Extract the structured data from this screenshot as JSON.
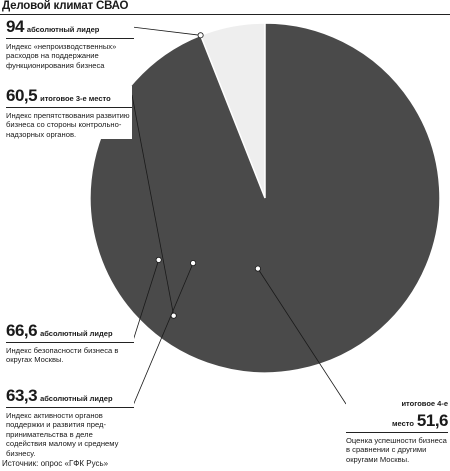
{
  "title": "Деловой климат СВАО",
  "source": "Источник: опрос «ГФК Русь»",
  "chart_data": {
    "type": "polar-area",
    "max_value": 100,
    "items": [
      {
        "value": 94,
        "value_label": "94",
        "rank": "абсолютный лидер",
        "description": "Индекс «непроизводственных» расходов на поддержание функционирования бизнеса",
        "color": "#4a4a4a"
      },
      {
        "value": 60.5,
        "value_label": "60,5",
        "rank": "итоговое 3-е место",
        "description": "Индекс препятствования развитию бизнеса со стороны контрольно-надзорных органов.",
        "color": "#6b6b6b"
      },
      {
        "value": 66.6,
        "value_label": "66,6",
        "rank": "абсолютный лидер",
        "description": "Индекс безопасности бизнеса в округах Москвы.",
        "color": "#8c8c8c"
      },
      {
        "value": 63.3,
        "value_label": "63,3",
        "rank": "абсолютный лидер",
        "description": "Индекс активности органов поддержки и развития пред-принимательства в деле содействия малому и среднему бизнесу.",
        "color": "#b2b2b2"
      },
      {
        "value": 51.6,
        "value_label": "51,6",
        "rank": "итоговое 4-е место",
        "description": "Оценка успешности бизнеса в сравнении с другими округами Москвы.",
        "color": "#d4d4d4"
      }
    ]
  }
}
